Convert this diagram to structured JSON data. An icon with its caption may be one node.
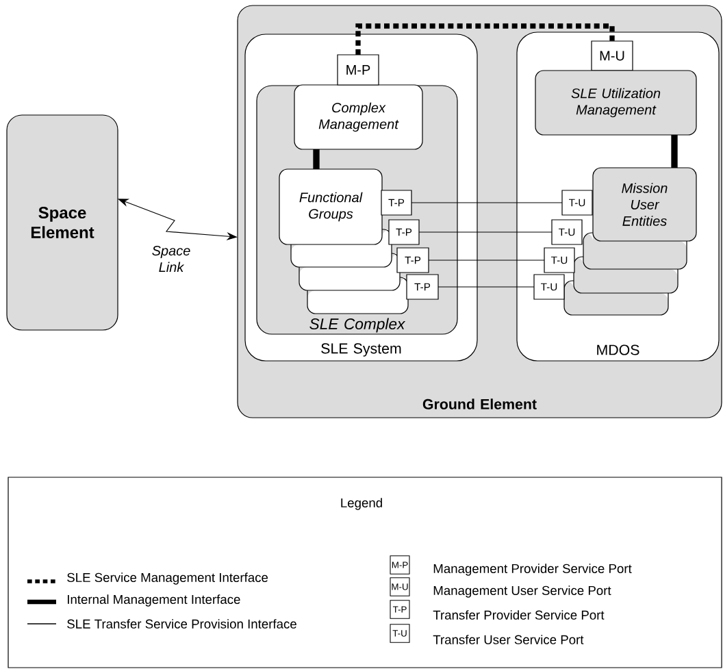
{
  "diagram": {
    "nodes": [
      {
        "text": [
          "Space Element"
        ]
      },
      {
        "text": [
          "Ground Element"
        ]
      },
      {
        "text": [
          "SLE System"
        ],
        "in": 1
      },
      {
        "text": [
          "SLE Complex"
        ],
        "in": 2
      },
      {
        "text": [
          "Complex Management"
        ],
        "in": 3
      },
      {
        "text": [
          "Functional Groups"
        ],
        "in": 3
      },
      {
        "text": [],
        "shape": "box",
        "in": 3
      },
      {
        "text": [],
        "shape": "box",
        "in": 3
      },
      {
        "text": [],
        "shape": "box",
        "in": 3
      },
      {
        "text": [
          "M-P"
        ],
        "in": 2
      },
      {
        "text": [
          "T-P"
        ],
        "in": 3
      },
      {
        "text": [
          "T-P"
        ],
        "in": 3
      },
      {
        "text": [
          "T-P"
        ],
        "in": 3
      },
      {
        "text": [
          "T-P"
        ],
        "in": 3
      },
      {
        "text": [
          "MDOS"
        ],
        "in": 1
      },
      {
        "text": [
          "M-U"
        ],
        "in": 14
      },
      {
        "text": [
          "SLE Utilization Management"
        ],
        "in": 14
      },
      {
        "text": [
          "Mission User Entities"
        ],
        "in": 14
      },
      {
        "text": [],
        "shape": "box",
        "in": 14
      },
      {
        "text": [],
        "shape": "box",
        "in": 14
      },
      {
        "text": [],
        "shape": "box",
        "in": 14
      },
      {
        "text": [
          "T-U"
        ],
        "in": 14
      },
      {
        "text": [
          "T-U"
        ],
        "in": 14
      },
      {
        "text": [
          "T-U"
        ],
        "in": 14
      },
      {
        "text": [
          "T-U"
        ],
        "in": 14
      }
    ],
    "edges": [
      {
        "from": 0,
        "to": 1,
        "arrow": "both",
        "label": "Space Link"
      },
      {
        "from": 9,
        "to": 15,
        "arrow": "none",
        "style": "dashed"
      },
      {
        "from": 4,
        "to": 5,
        "arrow": "none",
        "style": "thick"
      },
      {
        "from": 16,
        "to": 17,
        "arrow": "none",
        "style": "thick"
      },
      {
        "from": 10,
        "to": 21,
        "arrow": "none"
      },
      {
        "from": 11,
        "to": 22,
        "arrow": "none"
      },
      {
        "from": 12,
        "to": 23,
        "arrow": "none"
      },
      {
        "from": 13,
        "to": 24,
        "arrow": "none"
      }
    ],
    "labels": [
      "Legend",
      "M-P",
      "M-U",
      "T-P",
      "T-U"
    ],
    "legend": [
      {
        "text": "SLE Service Management Interface"
      },
      {
        "text": "Internal Management Interface"
      },
      {
        "text": "SLE Transfer Service Provision Interface"
      },
      {
        "text": "Management Provider Service Port"
      },
      {
        "text": "Management User Service Port"
      },
      {
        "text": "Transfer Provider Service Port"
      },
      {
        "text": "Transfer User Service Port"
      }
    ]
  }
}
